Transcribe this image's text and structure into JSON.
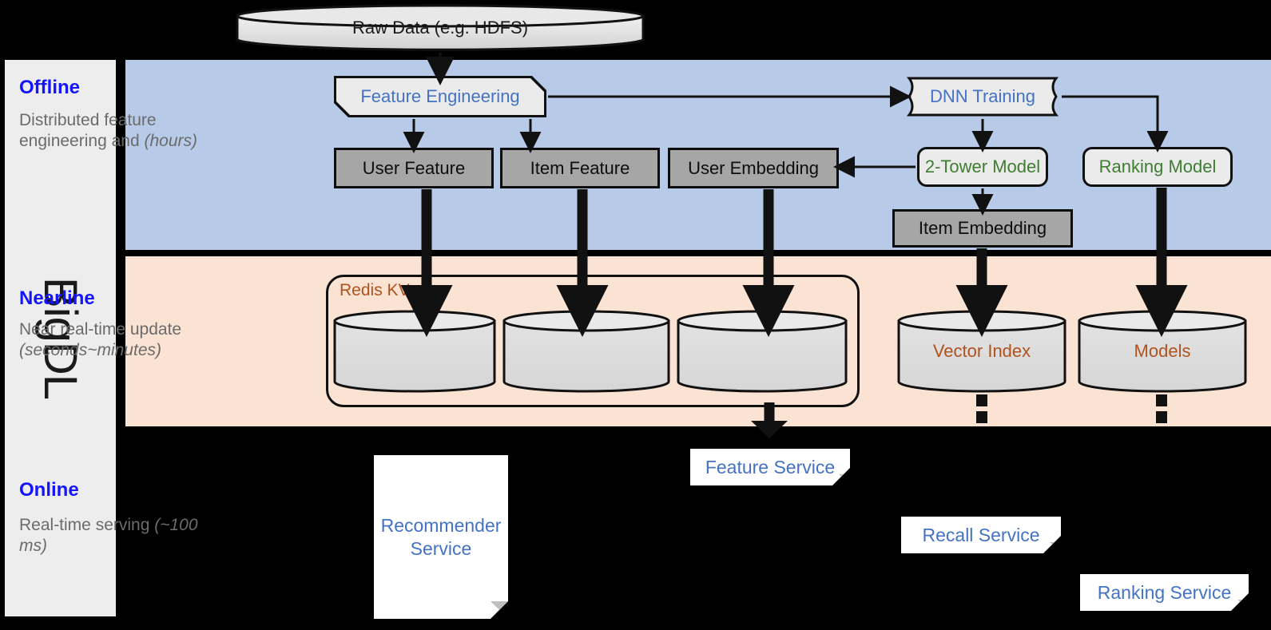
{
  "framework": {
    "name": "BigDL"
  },
  "source": {
    "label": "Raw Data (e.g. HDFS)"
  },
  "bands": {
    "offline": {
      "title": "Offline",
      "subtitle": "Distributed feature engineering and ",
      "subtitle_em": "(hours)",
      "bg": "#b7cbe8"
    },
    "nearline": {
      "title": "Nearline",
      "subtitle": "Near real-time update ",
      "subtitle_em": "(seconds~minutes)",
      "bg": "#fae3d2"
    },
    "online": {
      "title": "Online",
      "subtitle": "Real-time serving ",
      "subtitle_em": "(~100 ms)",
      "bg": "#000000"
    }
  },
  "offline_nodes": {
    "feature_engineering": "Feature Engineering",
    "dnn_training": "DNN Training",
    "user_feature": "User Feature",
    "item_feature": "Item Feature",
    "user_embedding": "User Embedding",
    "two_tower_model": "2-Tower Model",
    "ranking_model": "Ranking Model",
    "item_embedding": "Item Embedding"
  },
  "nearline_nodes": {
    "redis_kv": "Redis KV",
    "store_user_feature": "",
    "store_item_feature": "",
    "store_user_embedding": "",
    "vector_index": "Vector Index",
    "models": "Models"
  },
  "online_nodes": {
    "recommender_service": "Recommender Service",
    "feature_service": "Feature Service",
    "recall_service": "Recall Service",
    "ranking_service": "Ranking Service"
  },
  "colors": {
    "title_blue": "#1414ff",
    "node_blue": "#4472c4",
    "node_green": "#3f7d32",
    "cylinder_label": "#b0521e",
    "grey_fill": "#a6a6a6",
    "light_fill": "#ebebeb",
    "offline_band": "#b7cbe8",
    "nearline_band": "#fae3d2",
    "rail_bg": "#ededed"
  }
}
